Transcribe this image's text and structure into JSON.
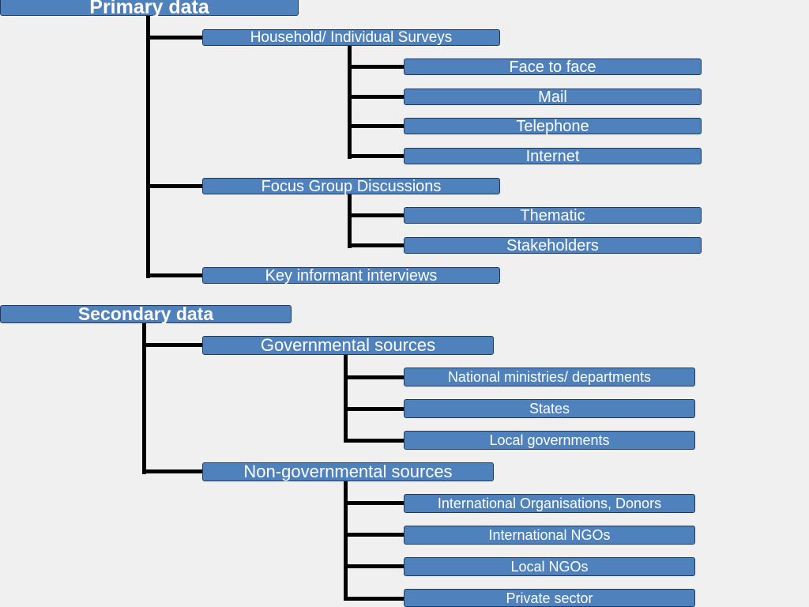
{
  "colors": {
    "box_fill": "#4f81bd",
    "box_border": "#1f3864",
    "connector": "#000000",
    "background": "#f0f0f0"
  },
  "primary": {
    "title": "Primary data",
    "household": {
      "label": "Household/ Individual Surveys",
      "children": [
        "Face to face",
        "Mail",
        "Telephone",
        "Internet"
      ]
    },
    "focus": {
      "label": "Focus Group Discussions",
      "children": [
        "Thematic",
        "Stakeholders"
      ]
    },
    "key_informant": {
      "label": "Key informant interviews"
    }
  },
  "secondary": {
    "title": "Secondary data",
    "governmental": {
      "label": "Governmental sources",
      "children": [
        "National ministries/ departments",
        "States",
        "Local governments"
      ]
    },
    "nongovernmental": {
      "label": "Non-governmental sources",
      "children": [
        "International Organisations, Donors",
        "International NGOs",
        "Local NGOs",
        "Private sector"
      ]
    }
  }
}
